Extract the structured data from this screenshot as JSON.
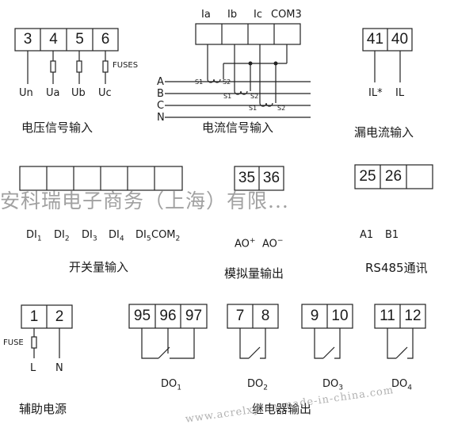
{
  "voltage_input": {
    "terminals": [
      "3",
      "4",
      "5",
      "6"
    ],
    "signals": [
      "Un",
      "Ua",
      "Ub",
      "Uc"
    ],
    "fuse_label": "FUSES",
    "title": "电压信号输入"
  },
  "current_input": {
    "top_labels": [
      "Ia",
      "Ib",
      "Ic",
      "COM3"
    ],
    "phases": [
      "A",
      "B",
      "C",
      "N"
    ],
    "ct_labels": [
      "S1",
      "S2"
    ],
    "title": "电流信号输入"
  },
  "leakage_input": {
    "terminals": [
      "41",
      "40"
    ],
    "signals": [
      "IL*",
      "IL"
    ],
    "title": "漏电流输入"
  },
  "switch_input": {
    "labels": [
      "DI",
      "DI",
      "DI",
      "DI",
      "DI",
      "COM"
    ],
    "subscripts": [
      "1",
      "2",
      "3",
      "4",
      "5",
      "2"
    ],
    "title": "开关量输入"
  },
  "analog_output": {
    "terminals": [
      "35",
      "36"
    ],
    "signal_plus": "AO",
    "sup_plus": "+",
    "signal_minus": "AO",
    "sup_minus": "−",
    "title": "模拟量输出"
  },
  "rs485": {
    "terminals": [
      "25",
      "26"
    ],
    "signals": [
      "A1",
      "B1"
    ],
    "title": "RS485通讯"
  },
  "aux_power": {
    "terminals": [
      "1",
      "2"
    ],
    "fuse_label": "FUSE",
    "signals": [
      "L",
      "N"
    ],
    "title": "辅助电源"
  },
  "relay_output": {
    "do1_terminals": [
      "95",
      "96",
      "97"
    ],
    "do2_terminals": [
      "7",
      "8"
    ],
    "do3_terminals": [
      "9",
      "10"
    ],
    "do4_terminals": [
      "11",
      "12"
    ],
    "do_prefix": "DO",
    "do_subs": [
      "1",
      "2",
      "3",
      "4"
    ],
    "title": "继电器输出"
  },
  "watermark": "安科瑞电子商务（上海）有限...",
  "url": "www.acrelxp.cn.made-in-china.com"
}
